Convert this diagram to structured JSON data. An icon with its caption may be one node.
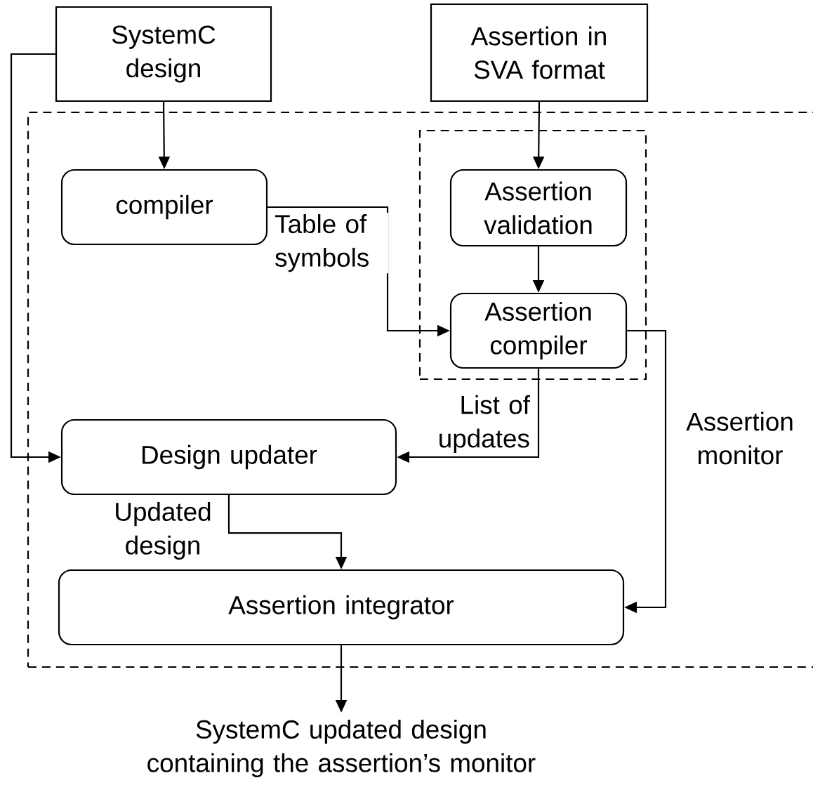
{
  "diagram": {
    "nodes": [
      {
        "text": [
          "SystemC design"
        ]
      },
      {
        "text": [
          "Assertion in SVA format"
        ]
      },
      {
        "text": [],
        "shape": "box"
      },
      {
        "text": [],
        "shape": "box",
        "in": 2
      },
      {
        "text": [
          "compiler"
        ],
        "in": 2
      },
      {
        "text": [
          "Assertion validation"
        ],
        "in": 3
      },
      {
        "text": [
          "Assertion compiler"
        ],
        "in": 3
      },
      {
        "text": [
          "Design updater"
        ],
        "in": 2
      },
      {
        "text": [
          "Assertion integrator"
        ],
        "in": 2
      },
      {
        "text": [
          "SystemC updated design containing the assertion’s monitor"
        ]
      }
    ],
    "edges": [
      {
        "from": 0,
        "to": 4,
        "arrow": "to"
      },
      {
        "from": 1,
        "to": 5,
        "arrow": "to"
      },
      {
        "from": 5,
        "to": 6,
        "arrow": "to"
      },
      {
        "from": 4,
        "to": 6,
        "arrow": "to",
        "label": "Table of symbols"
      },
      {
        "from": 6,
        "to": 7,
        "arrow": "to",
        "label": "List of updates"
      },
      {
        "from": 0,
        "to": 7,
        "arrow": "to"
      },
      {
        "from": 7,
        "to": 8,
        "arrow": "to",
        "label": "Updated design"
      },
      {
        "from": 6,
        "to": 8,
        "arrow": "to",
        "label": "Assertion monitor"
      },
      {
        "from": 8,
        "to": 9,
        "arrow": "to"
      }
    ]
  }
}
